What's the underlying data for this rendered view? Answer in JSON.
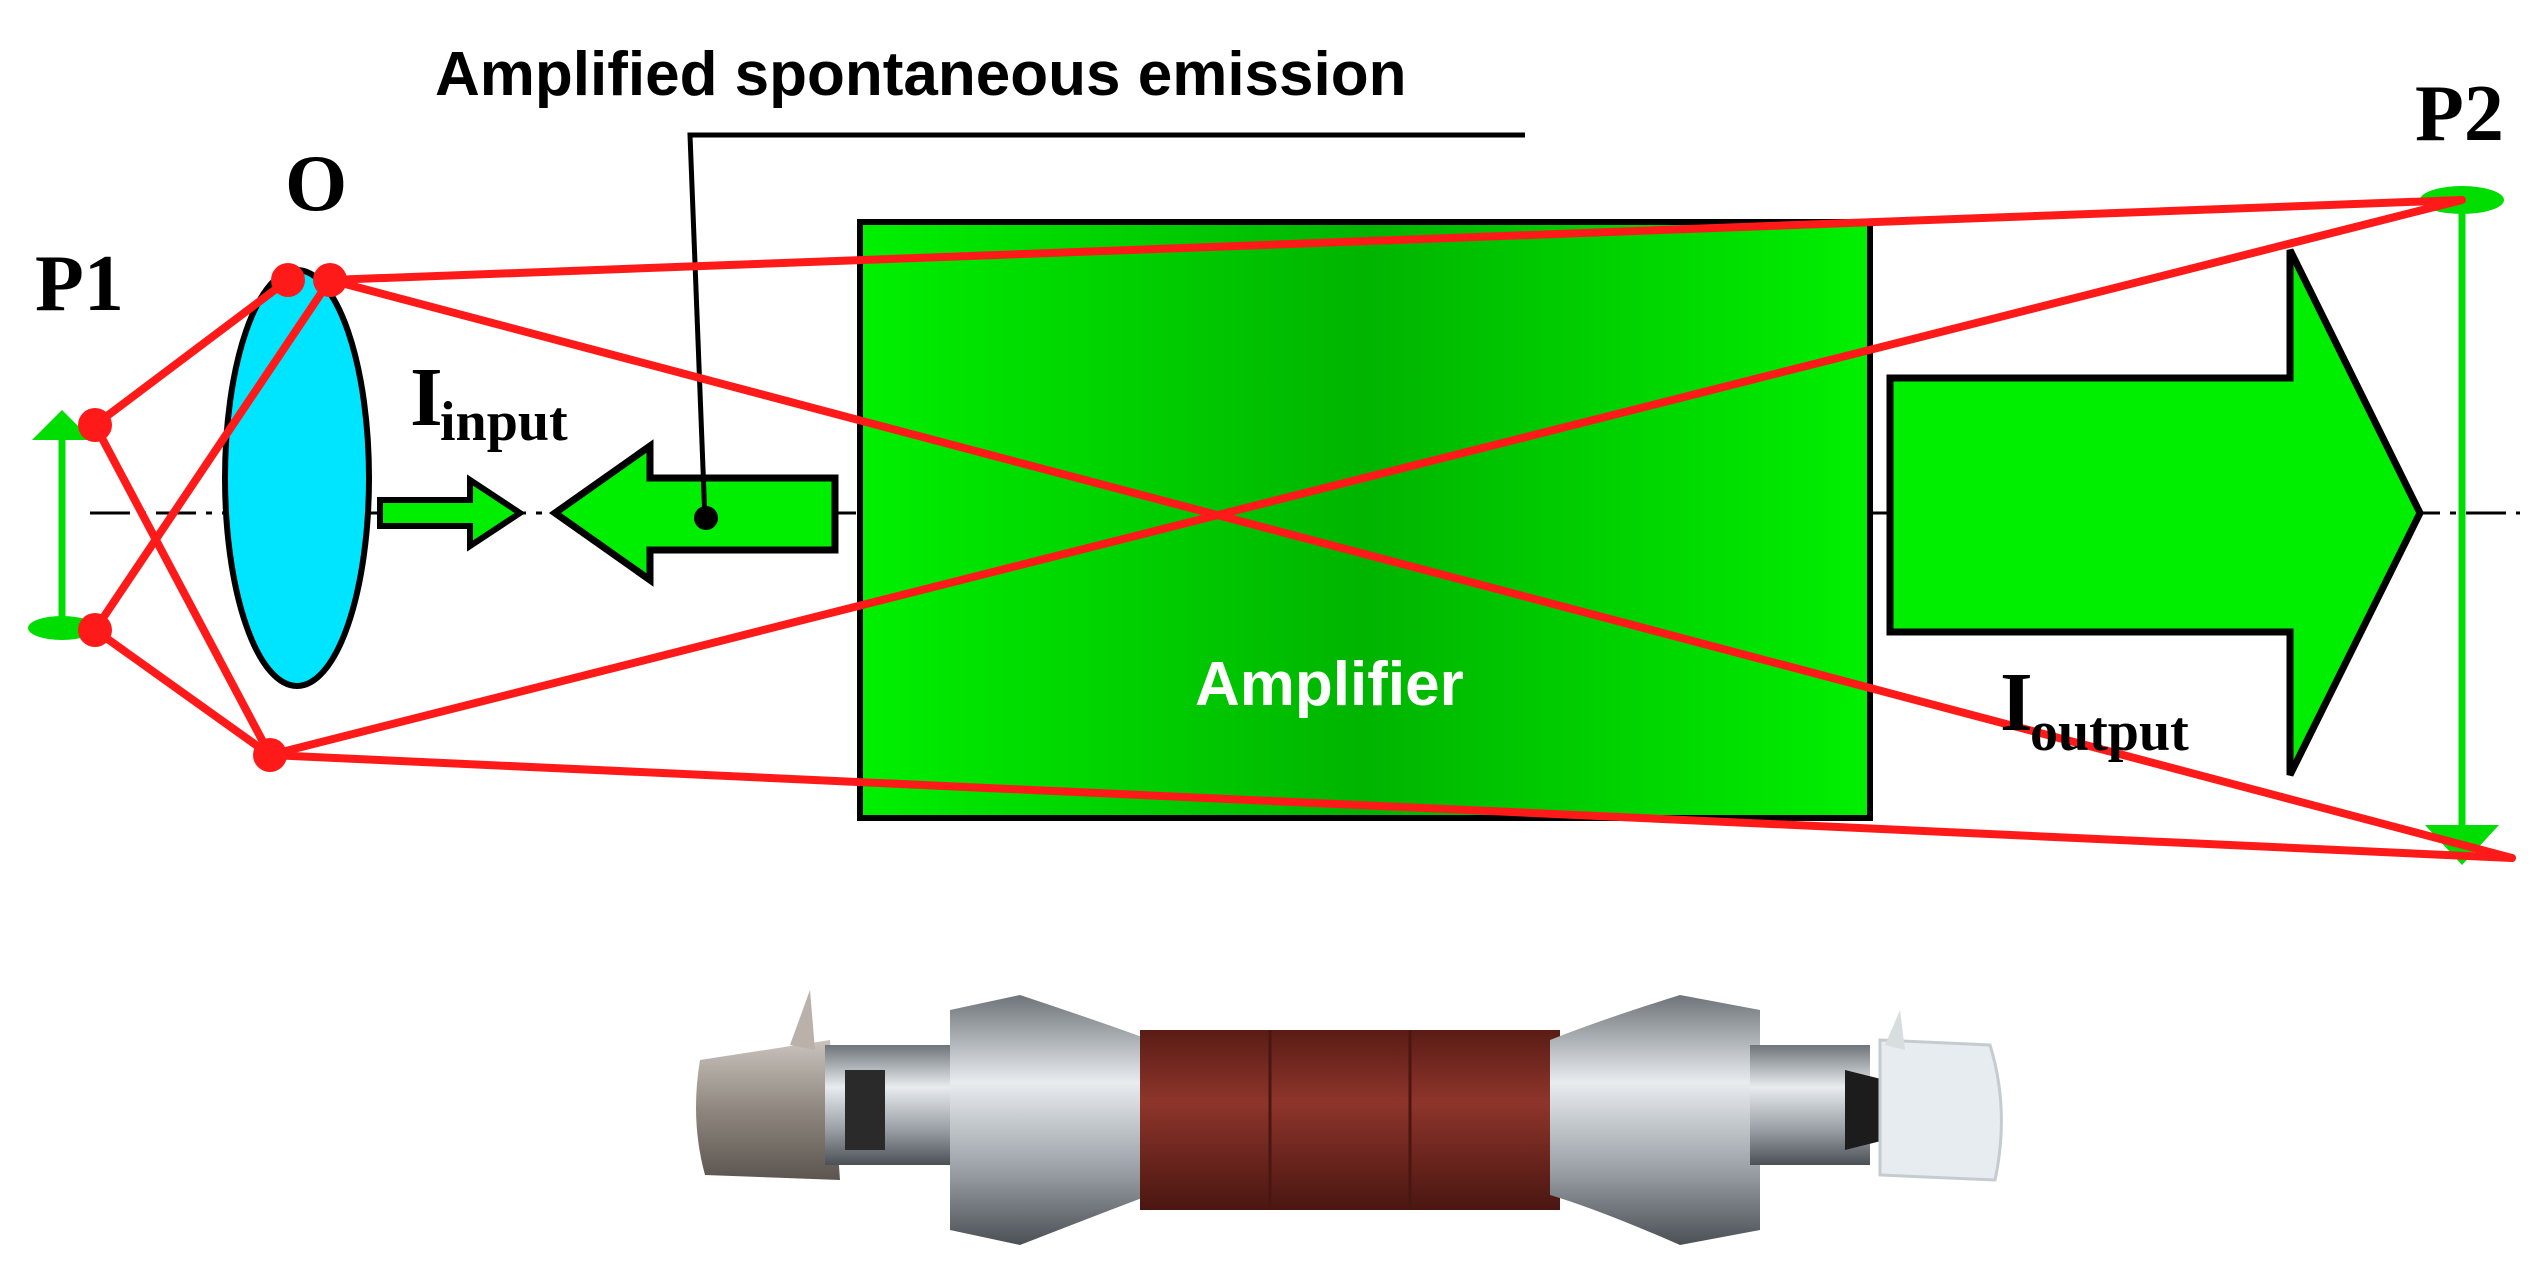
{
  "labels": {
    "ase": "Amplified spontaneous emission",
    "p1": "P1",
    "p2": "P2",
    "o": "O",
    "i_input_main": "I",
    "i_input_sub": "input",
    "i_output_main": "I",
    "i_output_sub": "output",
    "amplifier": "Amplifier"
  },
  "colors": {
    "ray": "#ff1a1a",
    "green": "#00ee00",
    "green_dark": "#00b400",
    "lens": "#00e5ff",
    "outline": "#000000",
    "tube_body": "#7a2a22",
    "tube_metal": "#b7bcc2"
  },
  "icons": {
    "lens": "lens-icon",
    "laser_tube": "laser-tube-photo"
  }
}
